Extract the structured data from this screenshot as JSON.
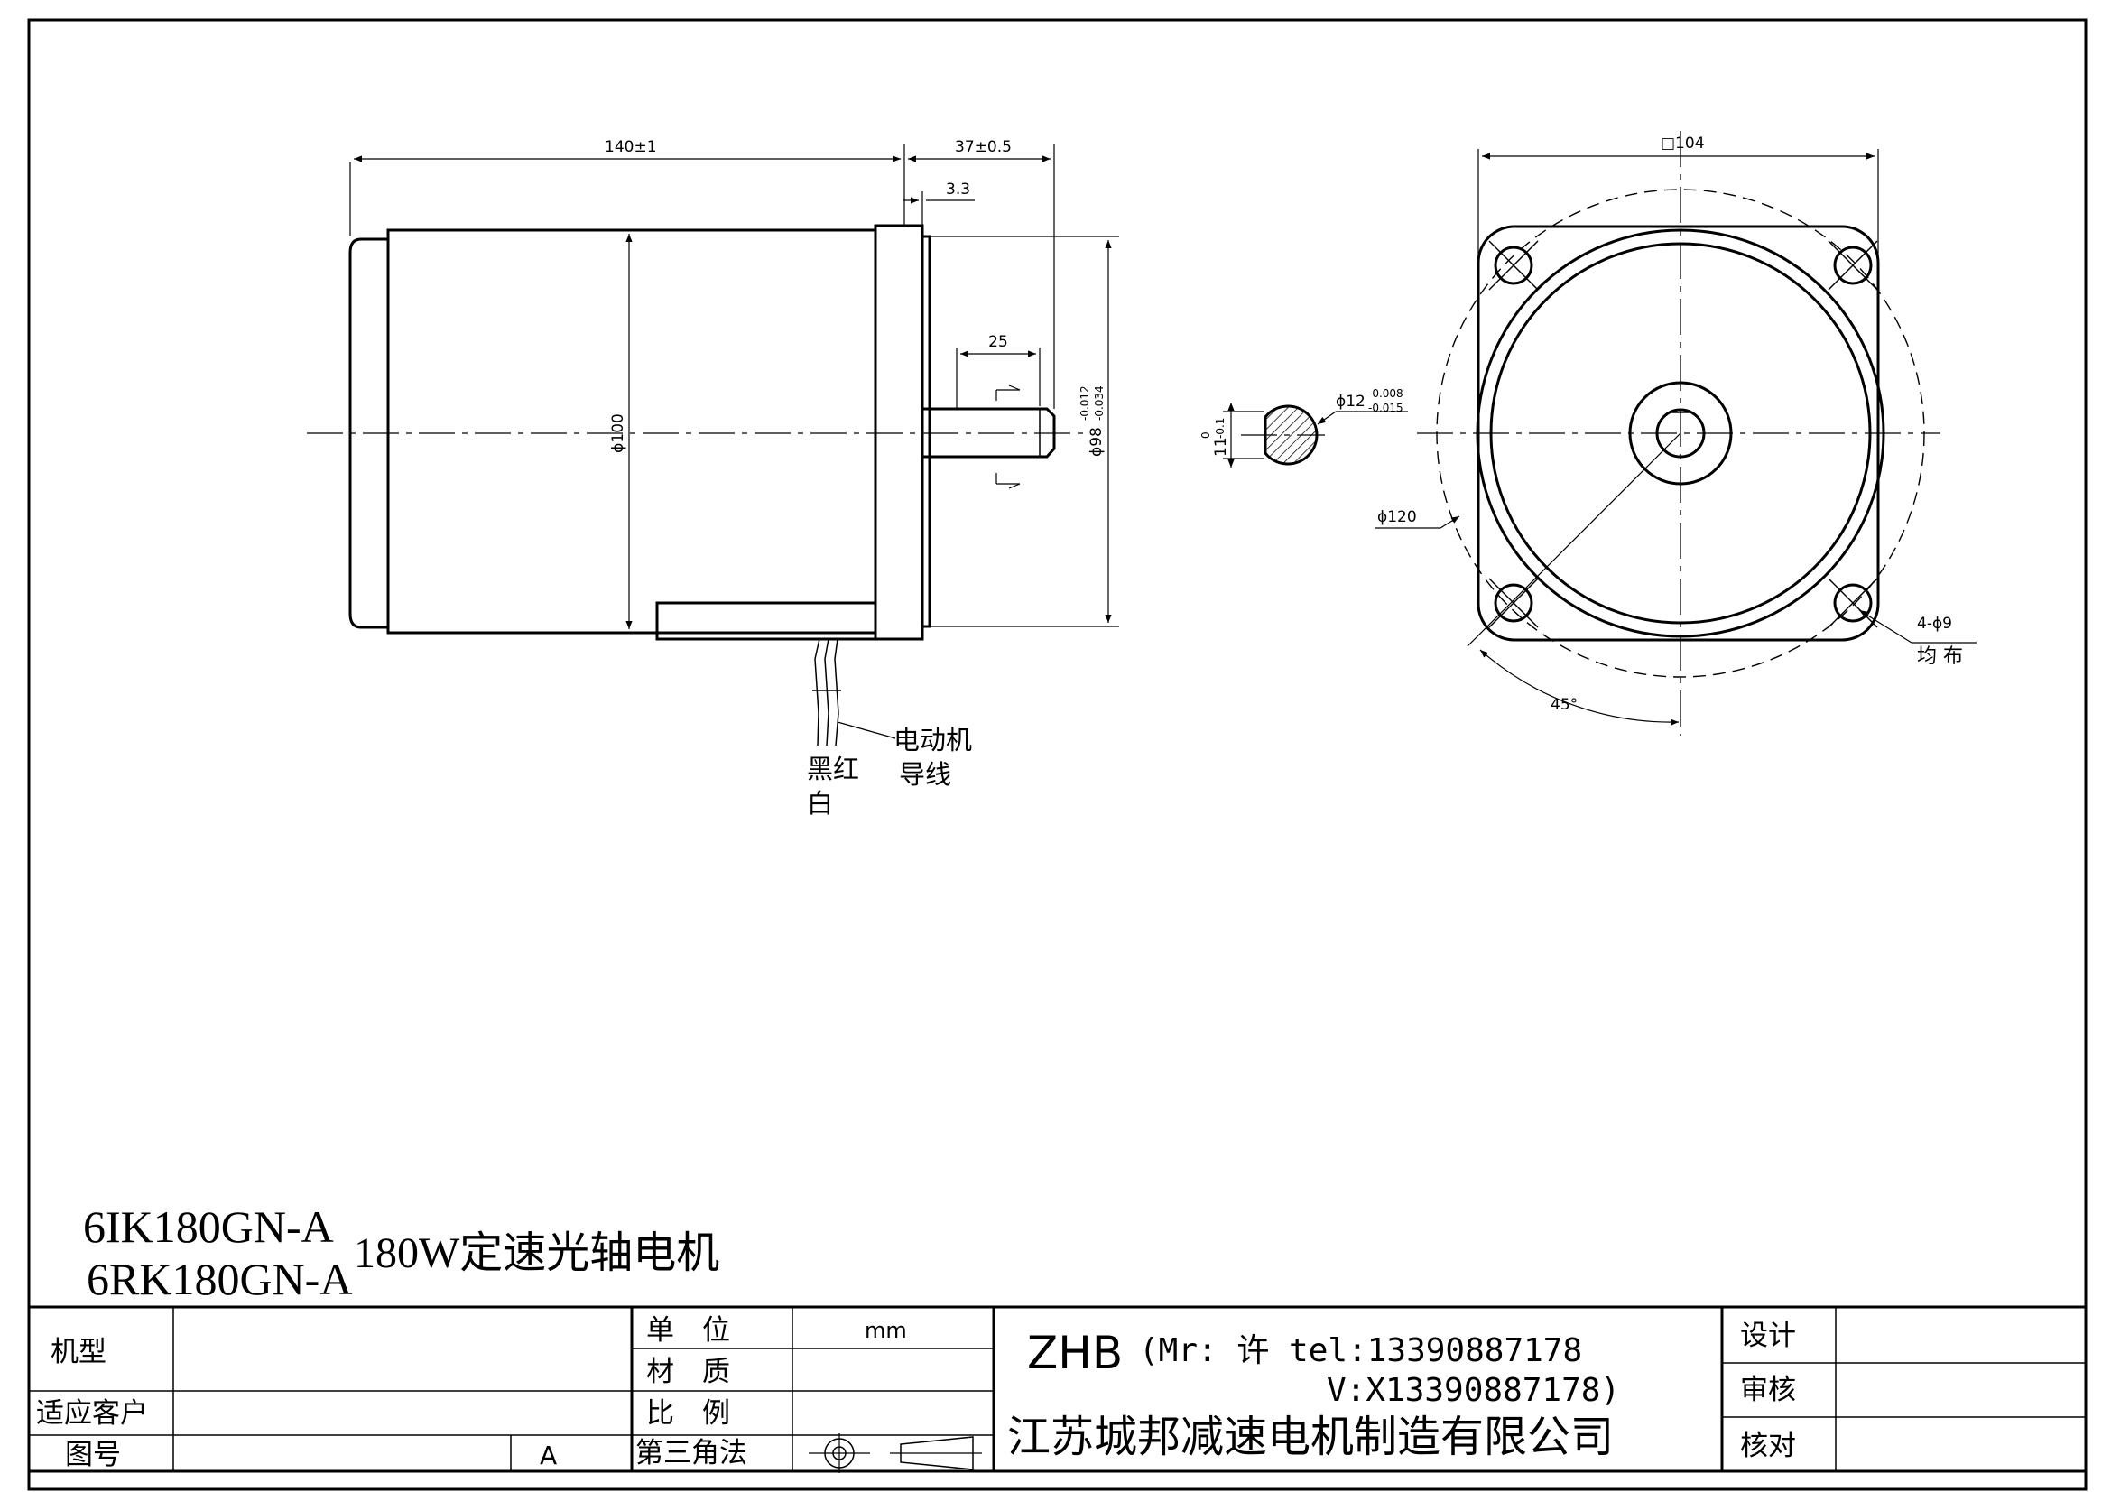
{
  "dimensions": {
    "length_total": "140±1",
    "shaft_length": "37±0.5",
    "flange_thickness": "3.3",
    "key_length": "25",
    "body_dia": "ϕ100",
    "pilot_dia": "ϕ98",
    "pilot_tol_upper": "-0.012",
    "pilot_tol_lower": "-0.034",
    "shaft_dia": "ϕ12",
    "shaft_tol_upper": "-0.008",
    "shaft_tol_lower": "-0.015",
    "flat_height": "11",
    "flat_tol_upper": "0",
    "flat_tol_lower": "-0.1",
    "square_size": "□104",
    "pcd": "ϕ120",
    "holes": "4-ϕ9",
    "holes_note": "均 布",
    "angle": "45°"
  },
  "wires": {
    "label_line1": "电动机",
    "label_line2": "导线",
    "colors_line1": "黑红",
    "colors_line2": "白"
  },
  "title": {
    "model1": "6IK180GN-A",
    "model2": "6RK180GN-A",
    "description": "180W定速光轴电机"
  },
  "titleblock": {
    "row_model": "机型",
    "row_customer": "适应客户",
    "row_drawing_no": "图号",
    "revision": "A",
    "unit_label": "单　位",
    "unit_value": "mm",
    "material_label": "材　质",
    "scale_label": "比　例",
    "projection_label": "第三角法",
    "brand": "ZHB",
    "contact_line1": "(Mr: 许 tel:13390887178",
    "contact_line2": "V:X13390887178)",
    "company": "江苏城邦减速电机制造有限公司",
    "design": "设计",
    "review": "审核",
    "check": "核对"
  }
}
